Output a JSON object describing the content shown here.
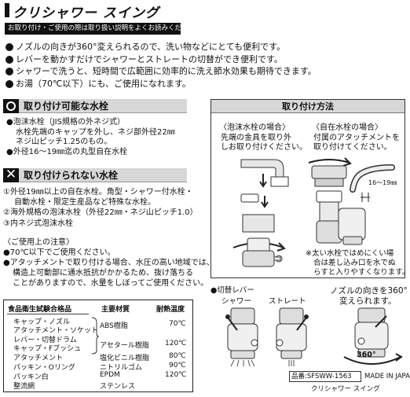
{
  "header": {
    "title": "クリシャワー スイング",
    "notice": "お取り付け・ご使用の際は取り扱い説明をよくお読みください。"
  },
  "features": [
    "ノズルの向きが360°変えられるので、洗い物などにとても便利です。",
    "レバーを動かすだけでシャワーとストレートの切替ができ便利です。",
    "シャワーで洗うと、短時間で広範囲に効率的に洗え節水効果も期待できます。",
    "お湯（70℃以下）にも、ご使用になれます。"
  ],
  "compatible": {
    "heading": "取り付け可能な水栓",
    "lines": [
      "●泡沫水栓（JIS規格の外ネジ式）",
      "水栓先端のキャップを外し、ネジ部外径22㎜",
      "ネジ山ピッチ1.25のもの。",
      "●外径16～19㎜迄の丸型自在水栓"
    ]
  },
  "incompatible": {
    "heading": "取り付けられない水栓",
    "lines": [
      "①外径19㎜以上の自在水栓。角型・シャワー付水栓・",
      "自動水栓・限定生産品など特殊な水栓。",
      "②海外規格の泡沫水栓（外径22㎜・ネジ山ピッチ1.0）",
      "③内ネジ式泡沫水栓"
    ]
  },
  "caution": {
    "title": "〈ご使用上の注意〉",
    "lines": [
      "●70℃以下でご使用ください。",
      "●アタッチメントで取り付ける場合、水圧の高い地域では、",
      "構造上可動部に通水抵抗がかかるため、抜け落ちる",
      "ことがありますので、水量をしぼってご使用ください。"
    ]
  },
  "materials_table": {
    "headers": [
      "食品衛生試験合格品",
      "主要材質",
      "耐熱温度"
    ],
    "parts": [
      "キャップ・ノズル",
      "アタッチメント・ソケット",
      "レバー・切替ドラム",
      "キャップ・Fブッシュ",
      "アタッチメント",
      "パッキン・Oリング",
      "パッキン白",
      "整流網"
    ],
    "materials": [
      "ABS樹脂",
      "アセタール樹脂",
      "塩化ビニル樹脂",
      "ニトリルゴム",
      "EPDM",
      "ステンレス"
    ],
    "temps": [
      "70℃",
      "120℃",
      "80℃",
      "90℃",
      "120℃"
    ]
  },
  "install_method": {
    "heading": "取り付け方法",
    "foam_title": "〈泡沫水栓の場合〉",
    "foam_desc": [
      "先端の金具を取り外",
      "しお取り付けください。"
    ],
    "swivel_title": "〈自在水栓の場合〉",
    "swivel_desc": [
      "付属のアタッチメントを",
      "取り付けてください。"
    ],
    "diameter_label": "16～19㎜",
    "note": [
      "※太い水栓ではめにくい場",
      "合は差し込み口を水でぬ",
      "らすと入りやすくなります。"
    ]
  },
  "lever": {
    "title": "●切替レバー",
    "shower": "シャワー",
    "straight": "ストレート",
    "rotation_note": [
      "ノズルの向きを360°",
      "変えられます。"
    ],
    "angle": "360°"
  },
  "product": {
    "model": "品番:SFSWW-1563",
    "origin": "MADE IN JAPAN",
    "name": "クリシャワー スイング"
  }
}
